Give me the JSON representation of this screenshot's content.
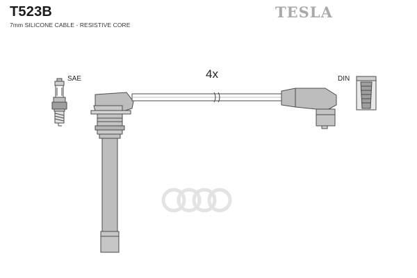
{
  "header": {
    "model_code": "T523B",
    "cable_spec": "7mm SILICONE CABLE - RESISTIVE CORE",
    "brand": "TESLA"
  },
  "diagram": {
    "quantity_label": "4x",
    "left_terminal_label": "SAE",
    "right_terminal_label": "DIN"
  },
  "colors": {
    "part_fill": "#bdbdbd",
    "part_stroke": "#4a4a4a",
    "logo": "#a9a9a9"
  },
  "icons": {
    "spark_plug": "spark-plug-icon",
    "din_connector": "din-connector-icon",
    "watermark": "audi-rings-watermark"
  }
}
